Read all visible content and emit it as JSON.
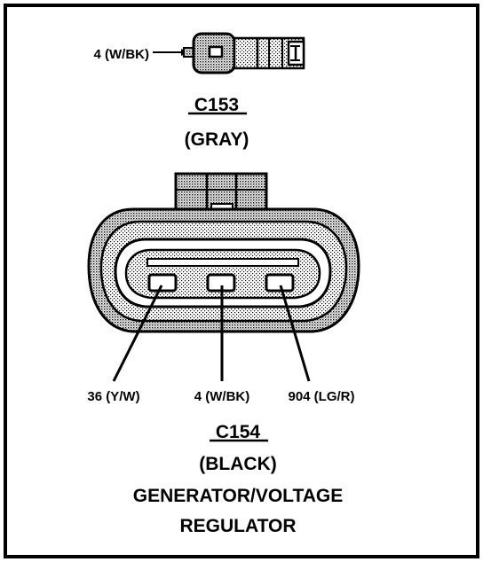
{
  "connector_c153": {
    "wire_label": "4 (W/BK)",
    "id": "C153",
    "color": "(GRAY)"
  },
  "connector_c154": {
    "pins": [
      {
        "label": "36 (Y/W)"
      },
      {
        "label": "4 (W/BK)"
      },
      {
        "label": "904 (LG/R)"
      }
    ],
    "id": "C154",
    "color": "(BLACK)",
    "component_line1": "GENERATOR/VOLTAGE",
    "component_line2": "REGULATOR"
  },
  "colors": {
    "ink": "#000000",
    "paper": "#ffffff",
    "shade": "#9a9a9a"
  }
}
